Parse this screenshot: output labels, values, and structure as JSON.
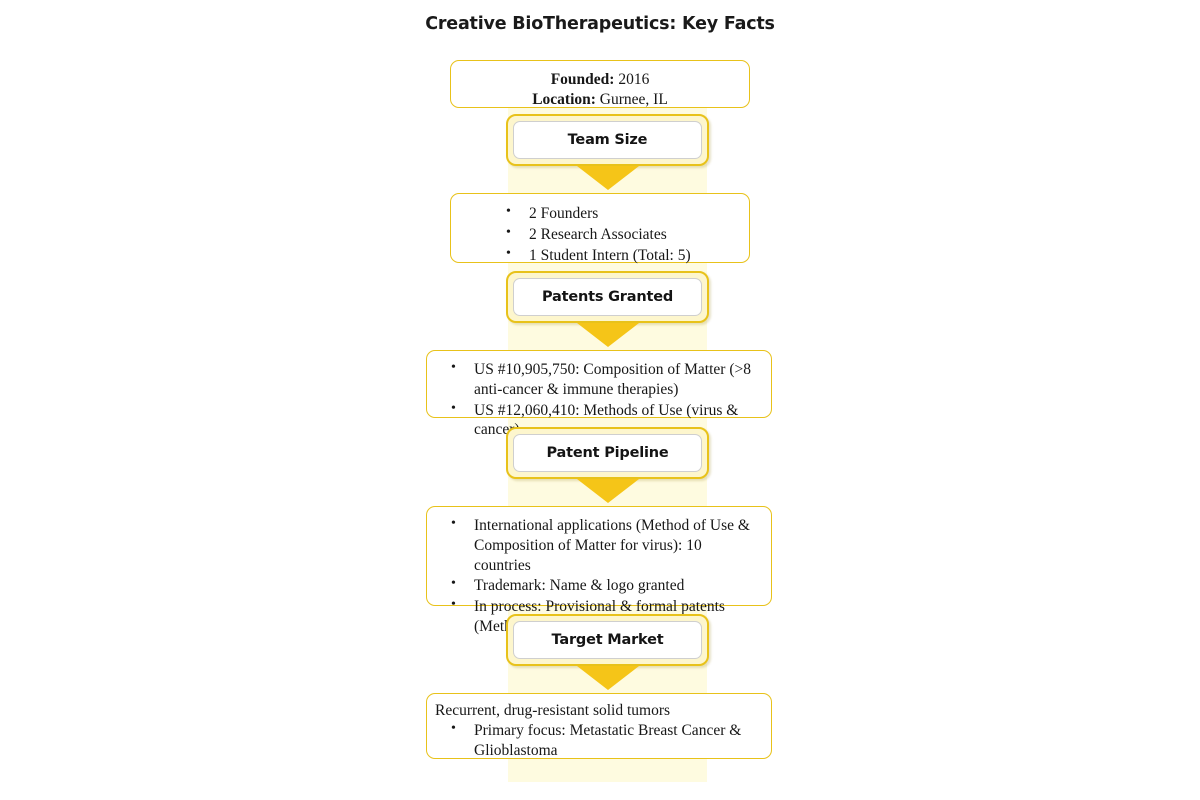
{
  "title": "Creative BioTherapeutics: Key Facts",
  "theme": {
    "accent_gold": "#E8C21A",
    "arrow_gold": "#F5C518",
    "spine_cream": "#FEFBE0",
    "box_fill": "#FFFFFF",
    "text": "#171717"
  },
  "facts": {
    "founded_label": "Founded:",
    "founded_value": "2016",
    "location_label": "Location:",
    "location_value": "Gurnee, IL"
  },
  "sections": [
    {
      "header": "Team Size",
      "lead": "",
      "bullets": [
        "2 Founders",
        "2 Research Associates",
        "1 Student Intern (Total: 5)"
      ]
    },
    {
      "header": "Patents Granted",
      "lead": "",
      "bullets": [
        "US #10,905,750: Composition of Matter (>8 anti-cancer & immune therapies)",
        "US #12,060,410: Methods of Use (virus & cancer)"
      ]
    },
    {
      "header": "Patent Pipeline",
      "lead": "",
      "bullets": [
        "International applications (Method of Use & Composition of Matter for virus): 10 countries",
        "Trademark: Name & logo granted",
        "In process: Provisional & formal patents (Method of Use, 2nd-gen therapies)"
      ]
    },
    {
      "header": "Target Market",
      "lead": "Recurrent, drug-resistant solid tumors",
      "bullets": [
        "Primary focus: Metastatic Breast Cancer & Glioblastoma"
      ]
    }
  ]
}
